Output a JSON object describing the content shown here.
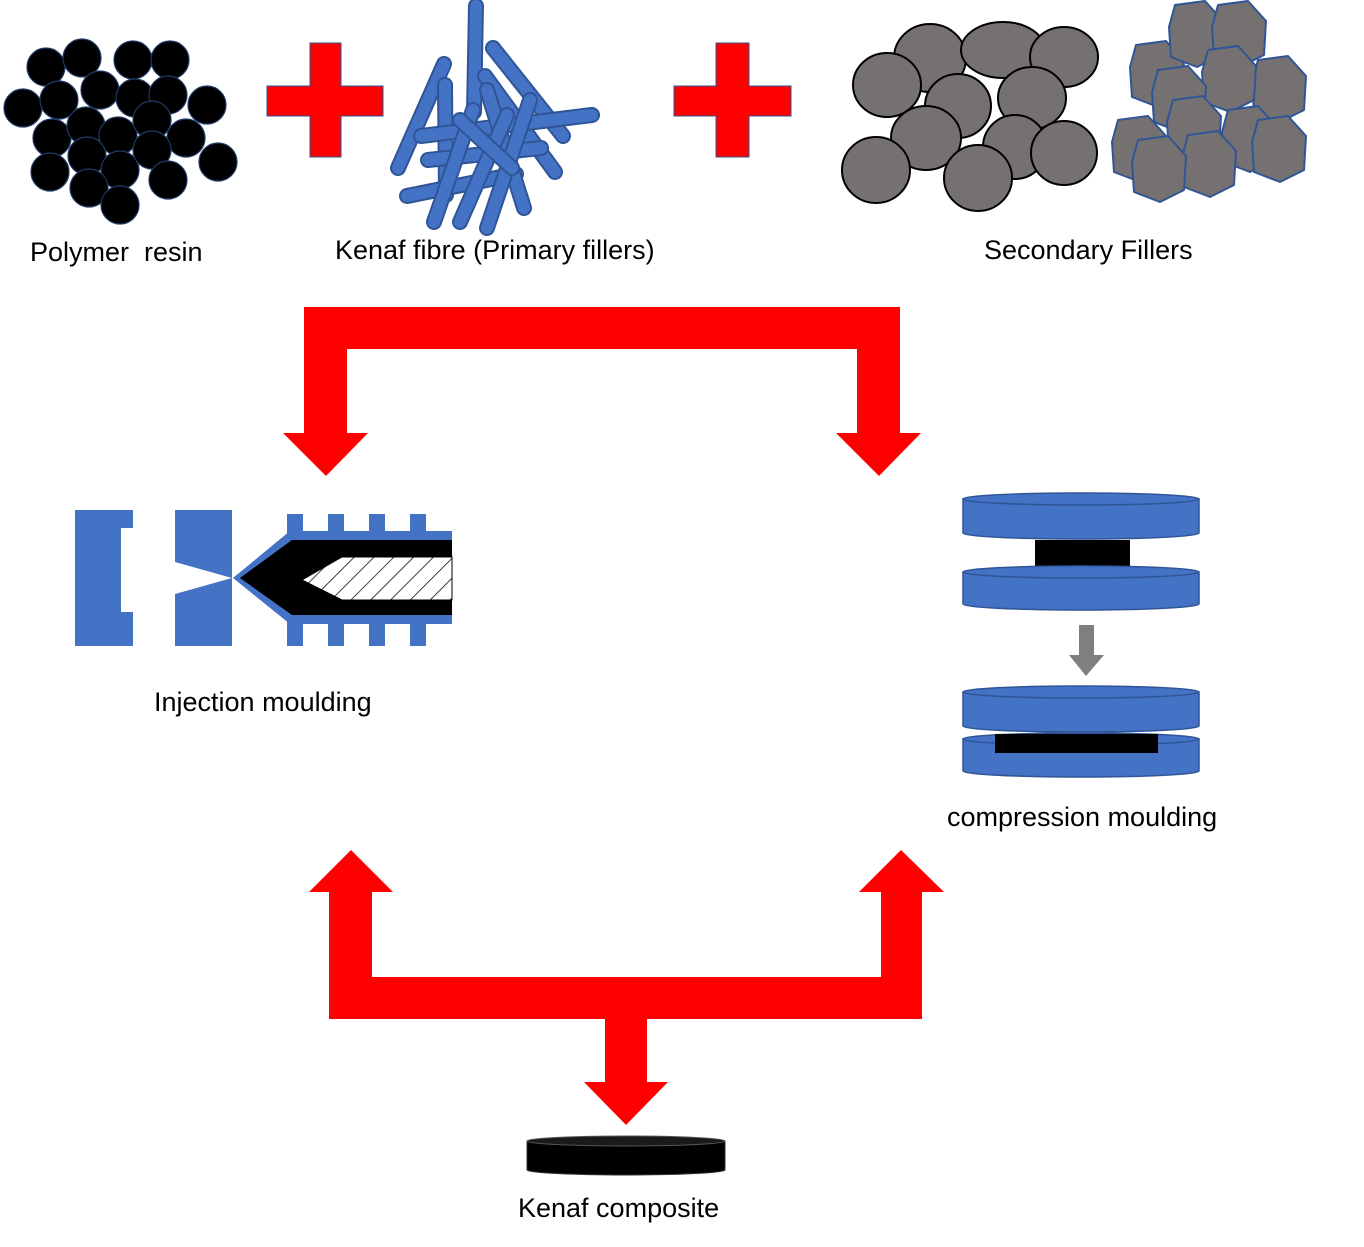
{
  "labels": {
    "polymer_resin": "Polymer  resin",
    "kenaf_fibre": "Kenaf fibre (Primary fillers)",
    "secondary_fillers": "Secondary Fillers",
    "injection_moulding": "Injection moulding",
    "compression_moulding": "compression moulding",
    "kenaf_composite": "Kenaf composite"
  },
  "colors": {
    "arrow": "#ff0000",
    "blue": "#4472c4",
    "blue_edge": "#2f5597",
    "resin": "#000000",
    "grey_filler": "#767171",
    "grey_arrow": "#7f7f7f"
  },
  "icons": {
    "plus": "plus-icon",
    "resin": "resin-pellets-icon",
    "fibre": "fibre-bundle-icon",
    "round_filler": "round-filler-icon",
    "angular_filler": "angular-filler-icon",
    "injection": "injection-machine-icon",
    "press": "compression-press-icon",
    "composite": "composite-disc-icon"
  }
}
